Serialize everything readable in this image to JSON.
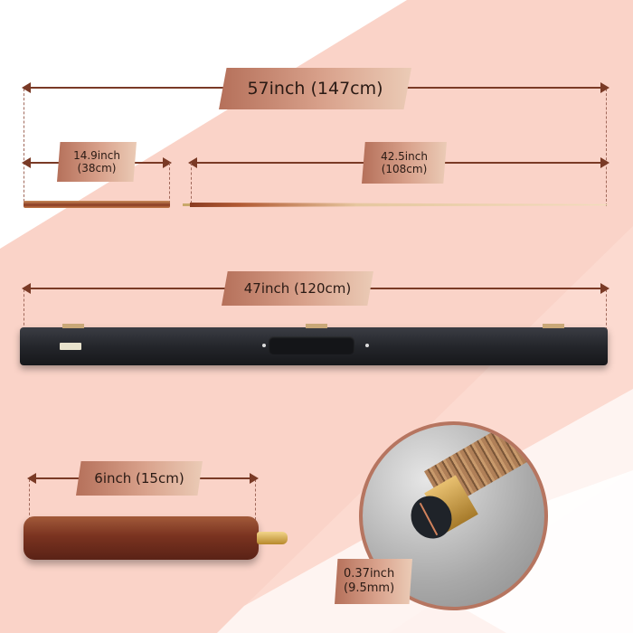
{
  "image": {
    "type": "product-dimensions-infographic",
    "product": "snooker cue with case and extension"
  },
  "dimensions": {
    "full_cue": {
      "label": "57inch (147cm)"
    },
    "butt": {
      "label_line1": "14.9inch",
      "label_line2": "(38cm)"
    },
    "shaft": {
      "label_line1": "42.5inch",
      "label_line2": "(108cm)"
    },
    "case": {
      "label": "47inch (120cm)"
    },
    "extension": {
      "label": "6inch (15cm)"
    },
    "tip": {
      "label_line1": "0.37inch",
      "label_line2": "(9.5mm)"
    }
  },
  "colors": {
    "arrow": "#7a3a26",
    "label_gradient_start": "#b5705a",
    "label_gradient_end": "#ebcbb6",
    "background_pink": "#f9d2c6",
    "case_black": "#24262b"
  }
}
